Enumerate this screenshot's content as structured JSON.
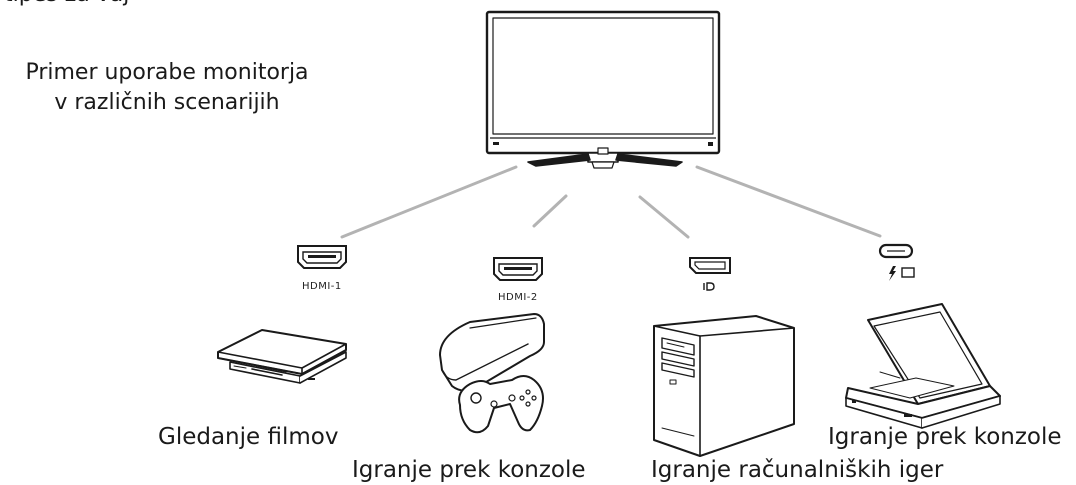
{
  "heading_fragment": "tipes za vaj",
  "intro": {
    "line1": "Primer uporabe monitorja",
    "line2": "v različnih scenarijih"
  },
  "ports": [
    {
      "id": "hdmi1",
      "label": "HDMI-1",
      "icon": "hdmi-port-icon"
    },
    {
      "id": "hdmi2",
      "label": "HDMI-2",
      "icon": "hdmi-port-icon"
    },
    {
      "id": "dp",
      "label": "",
      "icon": "displayport-icon"
    },
    {
      "id": "usbc",
      "label": "",
      "icon": "usb-c-port-icon"
    }
  ],
  "scenarios": [
    {
      "device": "blu-ray-player",
      "label": "Gledanje filmov"
    },
    {
      "device": "game-console",
      "label": "Igranje prek konzole"
    },
    {
      "device": "desktop-pc",
      "label": "Igranje računalniških iger"
    },
    {
      "device": "laptop",
      "label": "Igranje prek konzole"
    }
  ],
  "colors": {
    "line": "#b3b3b3",
    "stroke": "#1a1a1a",
    "background": "#ffffff"
  }
}
